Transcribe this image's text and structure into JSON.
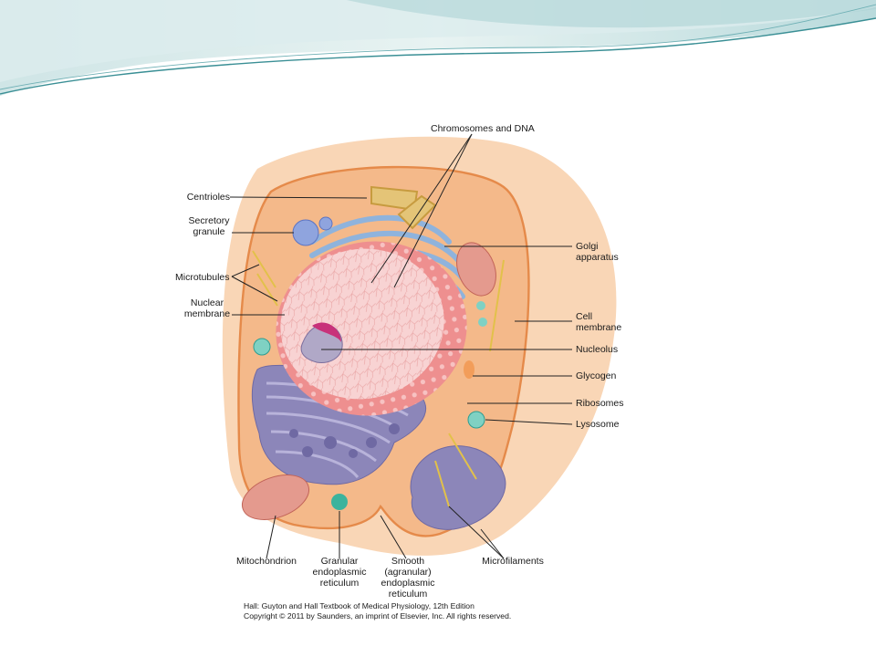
{
  "diagram": {
    "labels": {
      "chromosomes": "Chromosomes and DNA",
      "centrioles": "Centrioles",
      "secretory_granule": "Secretory\ngranule",
      "microtubules": "Microtubules",
      "nuclear_membrane": "Nuclear\nmembrane",
      "golgi": "Golgi\napparatus",
      "cell_membrane": "Cell\nmembrane",
      "nucleolus": "Nucleolus",
      "glycogen": "Glycogen",
      "ribosomes": "Ribosomes",
      "lysosome": "Lysosome",
      "mitochondrion": "Mitochondrion",
      "granular_er": "Granular\nendoplasmic\nreticulum",
      "smooth_er": "Smooth\n(agranular)\nendoplasmic\nreticulum",
      "microfilaments": "Microfilaments"
    },
    "caption": {
      "line1": "Hall: Guyton and Hall Textbook of Medical Physiology, 12th Edition",
      "line2": "Copyright © 2011 by Saunders, an imprint of Elsevier, Inc. All rights reserved."
    }
  },
  "colors": {
    "header_teal": "#3a8f95",
    "cytoplasm": "#f4b98a",
    "cell_outer": "#f9d6b6",
    "nucleus": "#f6c5c5",
    "rough_er": "#8c86b9",
    "golgi": "#8fb3dc",
    "centriole": "#d9b567",
    "mitochondria": "#e49a8e"
  }
}
